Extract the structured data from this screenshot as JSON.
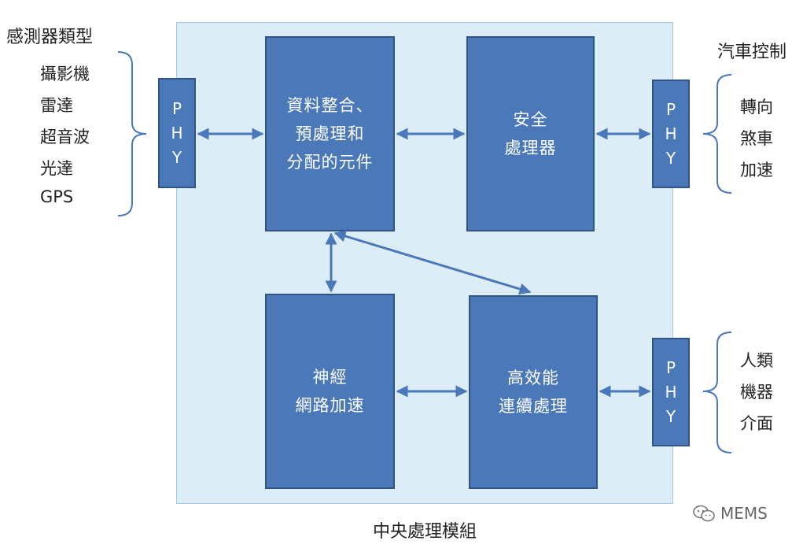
{
  "sensors": {
    "title": "感測器類型",
    "items": [
      "攝影機",
      "雷達",
      "超音波",
      "光達",
      "GPS"
    ]
  },
  "vehicle_control": {
    "title": "汽車控制",
    "items": [
      "轉向",
      "煞車",
      "加速"
    ]
  },
  "hmi": {
    "items": [
      "人類",
      "機器",
      "介面"
    ]
  },
  "phy": {
    "letters": [
      "P",
      "H",
      "Y"
    ]
  },
  "blocks": {
    "data_fusion": [
      "資料整合、",
      "預處理和",
      "分配的元件"
    ],
    "safety": [
      "安全",
      "處理器"
    ],
    "neural": [
      "神經",
      "網路加速"
    ],
    "hpc": [
      "高效能",
      "連續處理"
    ]
  },
  "module_caption": "中央處理模組",
  "watermark": "MEMS",
  "colors": {
    "block_fill": "#4a78b8",
    "block_border": "#2f5486",
    "module_fill": "#dcedf7",
    "arrow": "#4a78b8"
  }
}
